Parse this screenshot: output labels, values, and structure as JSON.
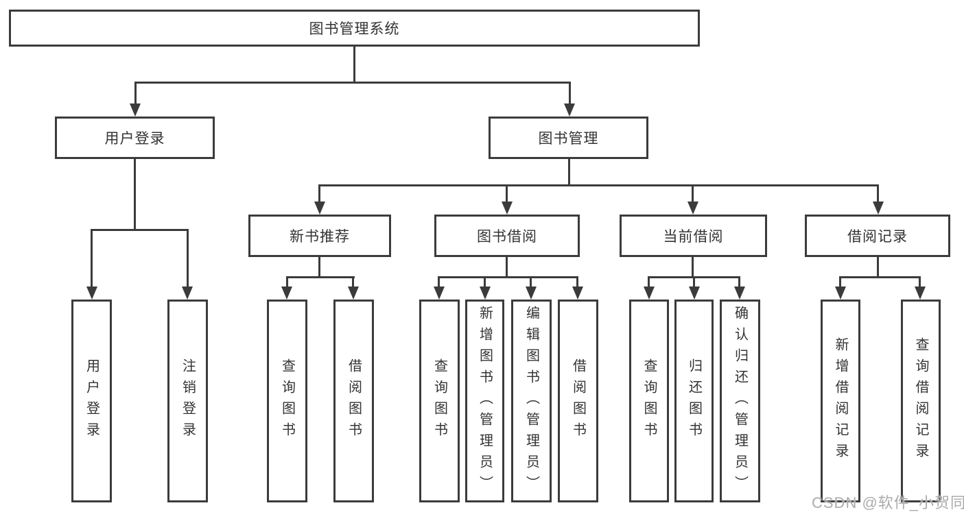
{
  "diagram": {
    "root": {
      "label": "图书管理系统"
    },
    "level2": [
      {
        "label": "用户登录"
      },
      {
        "label": "图书管理"
      }
    ],
    "level3": [
      {
        "label": "新书推荐"
      },
      {
        "label": "图书借阅"
      },
      {
        "label": "当前借阅"
      },
      {
        "label": "借阅记录"
      }
    ],
    "leaf_groups": [
      {
        "parent": "用户登录",
        "items": [
          "用户登录",
          "注销登录"
        ]
      },
      {
        "parent": "新书推荐",
        "items": [
          "查询图书",
          "借阅图书"
        ]
      },
      {
        "parent": "图书借阅",
        "items": [
          "查询图书",
          "新增图书（管理员）",
          "编辑图书（管理员）",
          "借阅图书"
        ]
      },
      {
        "parent": "当前借阅",
        "items": [
          "查询图书",
          "归还图书",
          "确认归还（管理员）"
        ]
      },
      {
        "parent": "借阅记录",
        "items": [
          "新增借阅记录",
          "查询借阅记录"
        ]
      }
    ],
    "line_color": "#3b3b3b",
    "text_color": "#333333"
  },
  "watermark": {
    "text": "CSDN @软件_小贺同学",
    "color": "#ababab"
  }
}
